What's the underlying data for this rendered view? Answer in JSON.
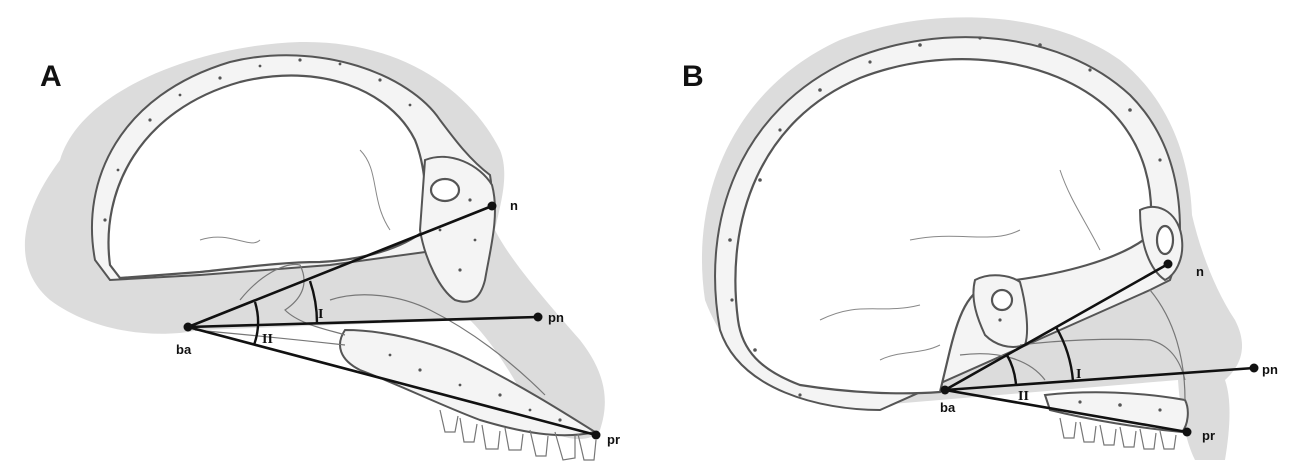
{
  "panels": [
    {
      "label": "A",
      "landmarks": {
        "n": "n",
        "pn": "pn",
        "pr": "pr",
        "ba": "ba"
      },
      "angles": {
        "first": "I",
        "second": "II"
      }
    },
    {
      "label": "B",
      "landmarks": {
        "n": "n",
        "pn": "pn",
        "pr": "pr",
        "ba": "ba"
      },
      "angles": {
        "first": "I",
        "second": "II"
      }
    }
  ],
  "colors": {
    "skin": "#dcdcdc",
    "bone_outline": "#555555",
    "lines": "#111111"
  }
}
